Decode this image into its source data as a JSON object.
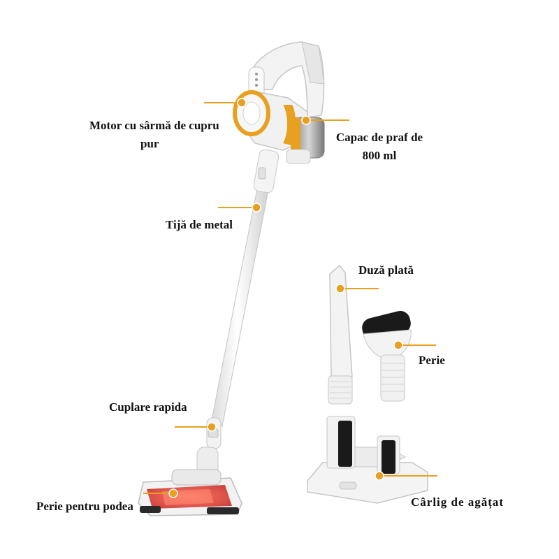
{
  "labels": {
    "motor_line1": "Motor cu sârmă de cupru",
    "motor_line2": "pur",
    "dust_cup_line1": "Capac de praf de",
    "dust_cup_line2": "800 ml",
    "metal_tube": "Tijă de metal",
    "flat_nozzle": "Duză plată",
    "brush": "Perie",
    "quick_coupling": "Cuplare rapida",
    "floor_brush": "Perie pentru podea",
    "hanging_hook": "Cârlig de agățat"
  },
  "colors": {
    "accent": "#e8a020",
    "body": "#f2f2f2",
    "outline": "#c9c9c9",
    "dark": "#1a1a1a",
    "red_glow": "#e8463a"
  }
}
